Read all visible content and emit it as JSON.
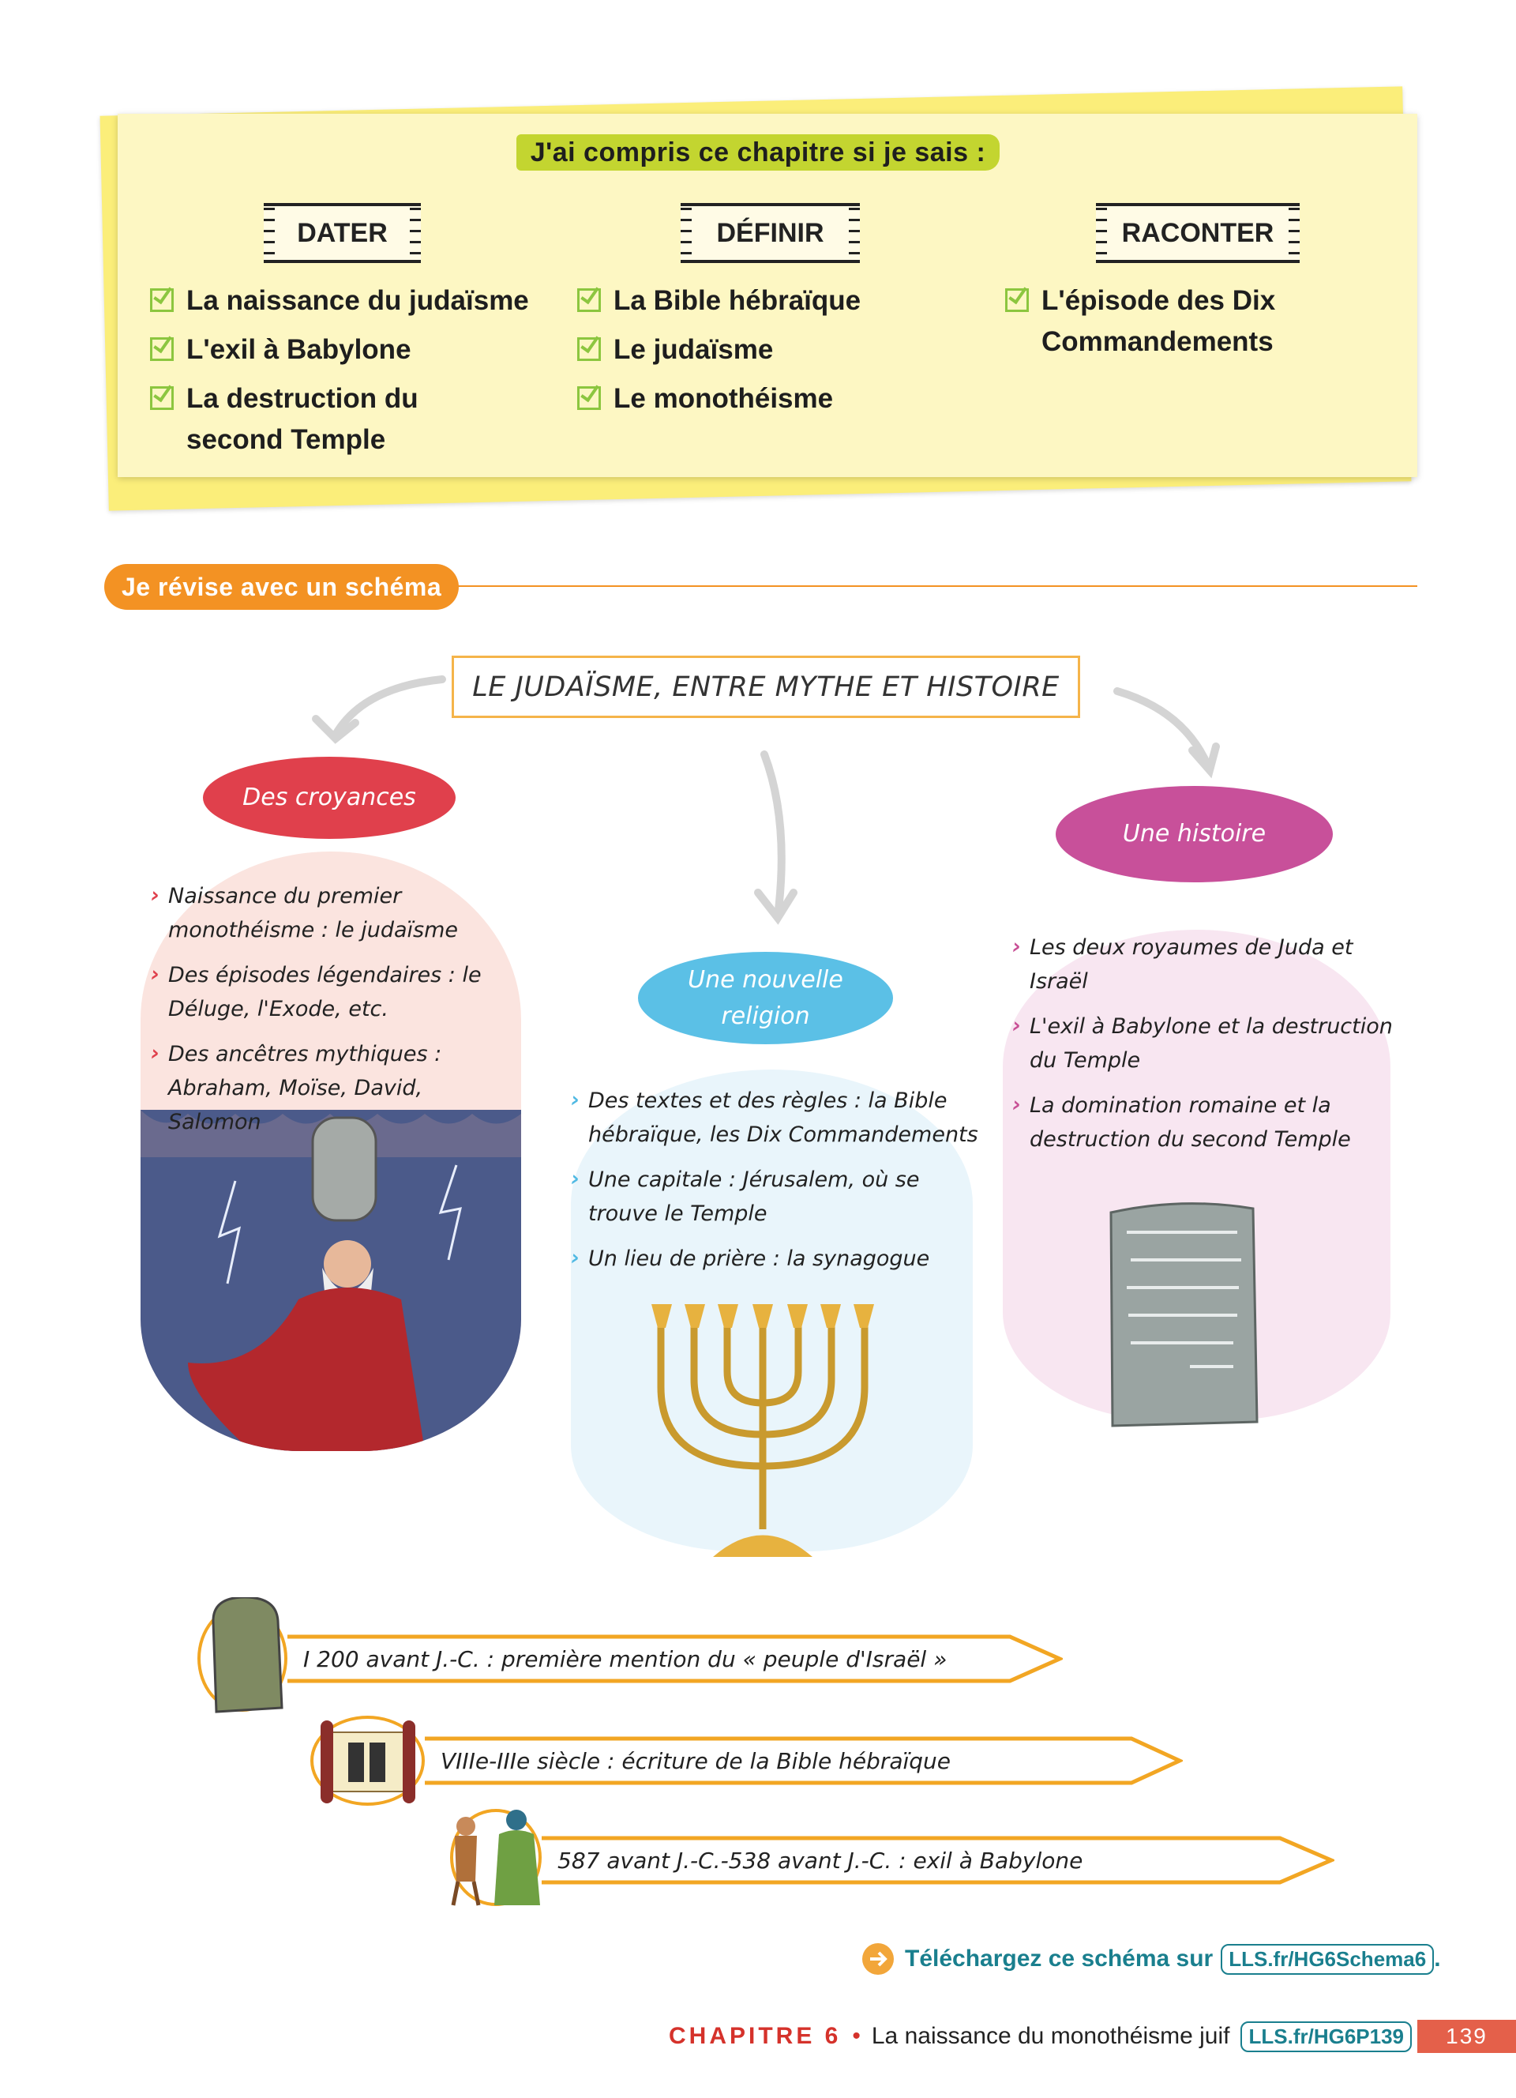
{
  "recap": {
    "title": "J'ai compris ce chapitre si je sais :",
    "columns": [
      {
        "tag": "DATER",
        "items": [
          "La naissance du judaïsme",
          "L'exil à Babylone",
          "La destruction du second Temple"
        ]
      },
      {
        "tag": "DÉFINIR",
        "items": [
          "La Bible hébraïque",
          "Le judaïsme",
          "Le monothéisme"
        ]
      },
      {
        "tag": "RACONTER",
        "items": [
          "L'épisode des Dix Commandements"
        ]
      }
    ]
  },
  "section": {
    "title": "Je révise avec un schéma"
  },
  "schema": {
    "title": "LE JUDAÏSME, ENTRE MYTHE ET HISTOIRE",
    "branches": [
      {
        "label": "Des croyances",
        "color": "#e0404c",
        "items": [
          "Naissance du premier monothéisme : le judaïsme",
          "Des épisodes légendaires : le Déluge, l'Exode, etc.",
          "Des ancêtres mythiques : Abraham, Moïse, David, Salomon"
        ]
      },
      {
        "label": "Une nouvelle religion",
        "color": "#5bc0e6",
        "items": [
          "Des textes et des règles : la Bible hébraïque, les Dix Commandements",
          "Une capitale : Jérusalem, où se trouve le Temple",
          "Un lieu de prière : la synagogue"
        ]
      },
      {
        "label": "Une histoire",
        "color": "#c8509a",
        "items": [
          "Les deux royaumes de Juda et Israël",
          "L'exil à Babylone et la destruction du Temple",
          "La domination romaine et la destruction du second Temple"
        ]
      }
    ],
    "timeline": [
      "I 200 avant J.-C. : première mention du « peuple d'Israël »",
      "VIIIe-IIIe siècle : écriture de la Bible hébraïque",
      "587 avant J.-C.-538 avant J.-C. : exil à Babylone"
    ]
  },
  "download": {
    "text": "Téléchargez ce schéma sur",
    "link": "LLS.fr/HG6Schema6",
    "end": "."
  },
  "footer": {
    "chapter": "CHAPITRE 6",
    "bullet": "•",
    "title": "La naissance du monothéisme juif",
    "link": "LLS.fr/HG6P139",
    "page": "139"
  }
}
